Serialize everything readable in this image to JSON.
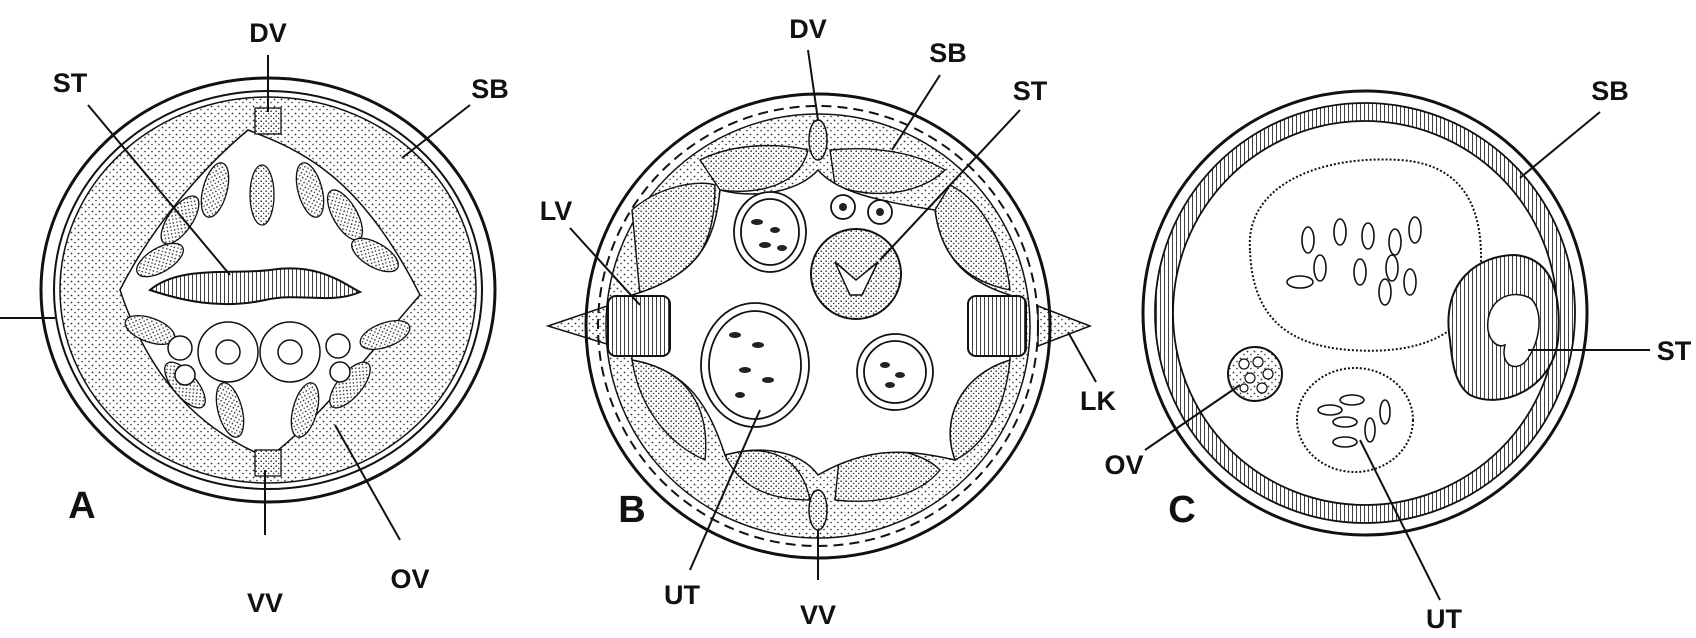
{
  "figure": {
    "panels": [
      {
        "id": "A",
        "label": "A",
        "annotations": {
          "dv": "DV",
          "st": "ST",
          "sb": "SB",
          "vv": "VV",
          "ov": "OV"
        }
      },
      {
        "id": "B",
        "label": "B",
        "annotations": {
          "dv": "DV",
          "sb": "SB",
          "st": "ST",
          "lv": "LV",
          "lk": "LK",
          "ut": "UT",
          "vv": "VV"
        }
      },
      {
        "id": "C",
        "label": "C",
        "annotations": {
          "sb": "SB",
          "st": "ST",
          "ov": "OV",
          "ut": "UT"
        }
      }
    ],
    "colors": {
      "ink": "#111111",
      "paper": "#ffffff",
      "stipple": "#555555"
    }
  }
}
